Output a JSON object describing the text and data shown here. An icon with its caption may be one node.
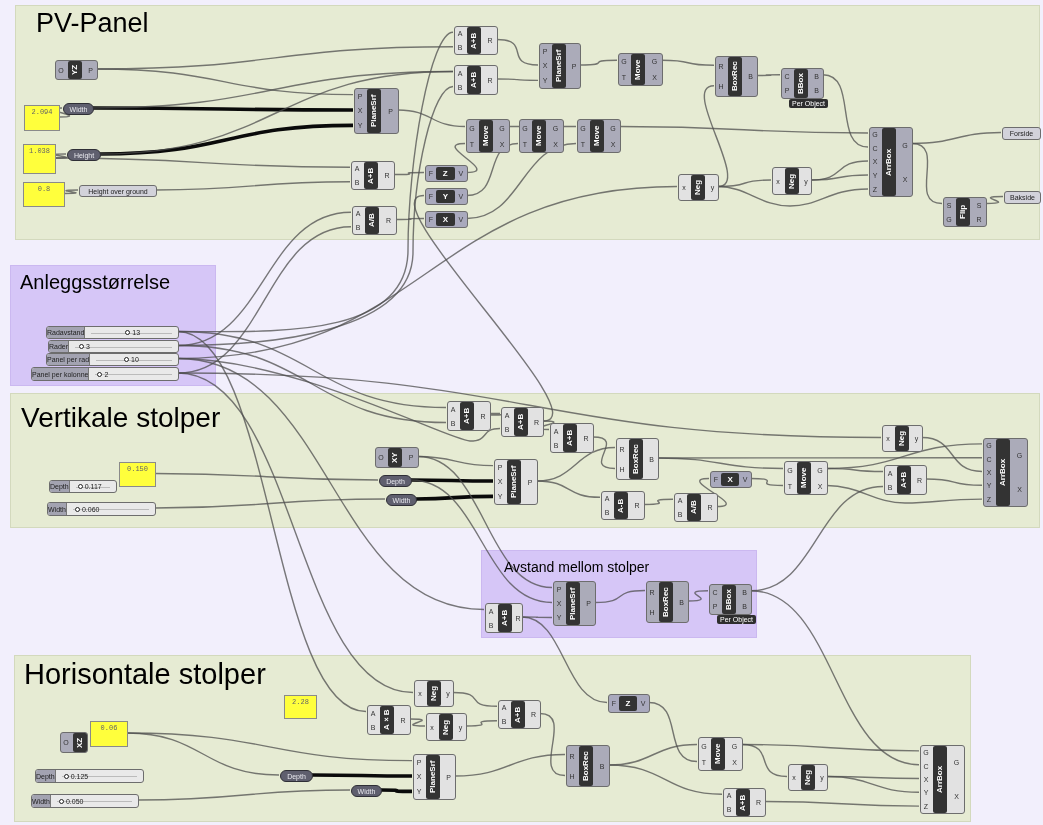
{
  "diagram": {
    "nodes": [
      {
        "text": [
          "PV-Panel"
        ]
      },
      {
        "text": [
          "O",
          "YZ",
          "P"
        ],
        "in": 0
      },
      {
        "text": [
          "2.094"
        ],
        "in": 0
      },
      {
        "text": [
          "Width"
        ],
        "in": 0
      },
      {
        "text": [
          "1.038"
        ],
        "in": 0
      },
      {
        "text": [
          "Height"
        ],
        "in": 0
      },
      {
        "text": [
          "0.8"
        ],
        "in": 0
      },
      {
        "text": [
          "Height over ground"
        ],
        "in": 0
      },
      {
        "text": [
          "A",
          "B",
          "A+B",
          "R"
        ],
        "in": 0
      },
      {
        "text": [
          "A",
          "B",
          "A+B",
          "R"
        ],
        "in": 0
      },
      {
        "text": [
          "P",
          "X",
          "Y",
          "PlaneSrf",
          "P"
        ],
        "in": 0
      },
      {
        "text": [
          "A",
          "B",
          "A+B",
          "R"
        ],
        "in": 0
      },
      {
        "text": [
          "F",
          "Z",
          "V"
        ],
        "in": 0
      },
      {
        "text": [
          "F",
          "Y",
          "V"
        ],
        "in": 0
      },
      {
        "text": [
          "A",
          "B",
          "A/B",
          "R"
        ],
        "in": 0
      },
      {
        "text": [
          "F",
          "X",
          "V"
        ],
        "in": 0
      },
      {
        "text": [
          "G",
          "T",
          "Move",
          "G",
          "X"
        ],
        "in": 0
      },
      {
        "text": [
          "G",
          "T",
          "Move",
          "G",
          "X"
        ],
        "in": 0
      },
      {
        "text": [
          "G",
          "T",
          "Move",
          "G",
          "X"
        ],
        "in": 0
      },
      {
        "text": [
          "P",
          "X",
          "Y",
          "PlaneSrf",
          "P"
        ],
        "in": 0
      },
      {
        "text": [
          "G",
          "T",
          "Move",
          "G",
          "X"
        ],
        "in": 0
      },
      {
        "text": [
          "R",
          "H",
          "BoxRec",
          "B"
        ],
        "in": 0
      },
      {
        "text": [
          "C",
          "P",
          "BBox",
          "B",
          "B"
        ],
        "in": 0,
        "beside": [
          "Per Object"
        ]
      },
      {
        "text": [
          "x",
          "Neg",
          "y"
        ],
        "in": 0
      },
      {
        "text": [
          "x",
          "Neg",
          "y"
        ],
        "in": 0
      },
      {
        "text": [
          "G",
          "C",
          "X",
          "Y",
          "Z",
          "ArrBox",
          "G",
          "X"
        ],
        "in": 0
      },
      {
        "text": [
          "Forside"
        ],
        "in": 0
      },
      {
        "text": [
          "S",
          "G",
          "Flip",
          "S",
          "R"
        ],
        "in": 0
      },
      {
        "text": [
          "Bakside"
        ],
        "in": 0
      },
      {
        "text": [
          "Anleggsstørrelse"
        ]
      },
      {
        "text": [
          "Radavstand",
          "13"
        ],
        "in": 29
      },
      {
        "text": [
          "Rader",
          "3"
        ],
        "in": 29
      },
      {
        "text": [
          "Panel per rad",
          "10"
        ],
        "in": 29
      },
      {
        "text": [
          "Panel per kolonne",
          "2"
        ],
        "in": 29
      },
      {
        "text": [
          "Vertikale stolper"
        ]
      },
      {
        "text": [
          "0.150"
        ],
        "in": 34
      },
      {
        "text": [
          "Depth",
          "0.117"
        ],
        "in": 34
      },
      {
        "text": [
          "Width",
          "0.060"
        ],
        "in": 34
      },
      {
        "text": [
          "O",
          "XY",
          "P"
        ],
        "in": 34
      },
      {
        "text": [
          "Depth"
        ],
        "in": 34
      },
      {
        "text": [
          "Width"
        ],
        "in": 34
      },
      {
        "text": [
          "A",
          "B",
          "A+B",
          "R"
        ],
        "in": 34
      },
      {
        "text": [
          "A",
          "B",
          "A+B",
          "R"
        ],
        "in": 34
      },
      {
        "text": [
          "A",
          "B",
          "A+B",
          "R"
        ],
        "in": 34
      },
      {
        "text": [
          "P",
          "X",
          "Y",
          "PlaneSrf",
          "P"
        ],
        "in": 34
      },
      {
        "text": [
          "R",
          "H",
          "BoxRec",
          "B"
        ],
        "in": 34
      },
      {
        "text": [
          "F",
          "X",
          "V"
        ],
        "in": 34
      },
      {
        "text": [
          "A",
          "B",
          "A-B",
          "R"
        ],
        "in": 34
      },
      {
        "text": [
          "A",
          "B",
          "A/B",
          "R"
        ],
        "in": 34
      },
      {
        "text": [
          "G",
          "T",
          "Move",
          "G",
          "X"
        ],
        "in": 34
      },
      {
        "text": [
          "x",
          "Neg",
          "y"
        ],
        "in": 34
      },
      {
        "text": [
          "A",
          "B",
          "A+B",
          "R"
        ],
        "in": 34
      },
      {
        "text": [
          "G",
          "C",
          "X",
          "Y",
          "Z",
          "ArrBox",
          "G",
          "X"
        ],
        "in": 34
      },
      {
        "text": [
          "Avstand mellom stolper"
        ]
      },
      {
        "text": [
          "A",
          "B",
          "A+B",
          "R"
        ],
        "in": 53
      },
      {
        "text": [
          "P",
          "X",
          "Y",
          "PlaneSrf",
          "P"
        ],
        "in": 53
      },
      {
        "text": [
          "R",
          "H",
          "BoxRec",
          "B"
        ],
        "in": 53
      },
      {
        "text": [
          "C",
          "P",
          "BBox",
          "B",
          "B"
        ],
        "in": 53,
        "beside": [
          "Per Object"
        ]
      },
      {
        "text": [
          "Horisontale stolper"
        ]
      },
      {
        "text": [
          "2.28"
        ],
        "in": 58
      },
      {
        "text": [
          "O",
          "XZ"
        ],
        "in": 58
      },
      {
        "text": [
          "0.06"
        ],
        "in": 58
      },
      {
        "text": [
          "Depth",
          "0.125"
        ],
        "in": 58
      },
      {
        "text": [
          "Width",
          "0.050"
        ],
        "in": 58
      },
      {
        "text": [
          "Depth"
        ],
        "in": 58
      },
      {
        "text": [
          "Width"
        ],
        "in": 58
      },
      {
        "text": [
          "x",
          "Neg",
          "y"
        ],
        "in": 58
      },
      {
        "text": [
          "A",
          "B",
          "A×B",
          "R"
        ],
        "in": 58
      },
      {
        "text": [
          "x",
          "Neg",
          "y"
        ],
        "in": 58
      },
      {
        "text": [
          "P",
          "X",
          "Y",
          "PlaneSrf",
          "P"
        ],
        "in": 58
      },
      {
        "text": [
          "A",
          "B",
          "A+B",
          "R"
        ],
        "in": 58
      },
      {
        "text": [
          "F",
          "Z",
          "V"
        ],
        "in": 58
      },
      {
        "text": [
          "R",
          "H",
          "BoxRec",
          "B"
        ],
        "in": 58
      },
      {
        "text": [
          "G",
          "T",
          "Move",
          "G",
          "X"
        ],
        "in": 58
      },
      {
        "text": [
          "x",
          "Neg",
          "y"
        ],
        "in": 58
      },
      {
        "text": [
          "A",
          "B",
          "A+B",
          "R"
        ],
        "in": 58
      },
      {
        "text": [
          "G",
          "C",
          "X",
          "Y",
          "Z",
          "ArrBox",
          "G",
          "X"
        ],
        "in": 58
      }
    ],
    "edges": [
      {
        "from": 2,
        "to": 3,
        "arrow": "none"
      },
      {
        "from": 4,
        "to": 5,
        "arrow": "none"
      },
      {
        "from": 6,
        "to": 7,
        "arrow": "none"
      },
      {
        "from": 1,
        "to": 10,
        "arrow": "none"
      },
      {
        "from": 3,
        "to": 10,
        "arrow": "none",
        "style": "thick"
      },
      {
        "from": 5,
        "to": 10,
        "arrow": "none",
        "style": "thick"
      },
      {
        "from": 1,
        "to": 8,
        "arrow": "none"
      },
      {
        "from": 3,
        "to": 9,
        "arrow": "none"
      },
      {
        "from": 30,
        "to": 8,
        "arrow": "none"
      },
      {
        "from": 5,
        "to": 9,
        "arrow": "none"
      },
      {
        "from": 31,
        "to": 9,
        "arrow": "none"
      },
      {
        "from": 8,
        "to": 19,
        "arrow": "none"
      },
      {
        "from": 9,
        "to": 19,
        "arrow": "none"
      },
      {
        "from": 19,
        "to": 20,
        "arrow": "none"
      },
      {
        "from": 10,
        "to": 16,
        "arrow": "none"
      },
      {
        "from": 7,
        "to": 11,
        "arrow": "none"
      },
      {
        "from": 4,
        "to": 11,
        "arrow": "none"
      },
      {
        "from": 11,
        "to": 12,
        "arrow": "none"
      },
      {
        "from": 12,
        "to": 16,
        "arrow": "none"
      },
      {
        "from": 13,
        "to": 17,
        "arrow": "none"
      },
      {
        "from": 15,
        "to": 18,
        "arrow": "none"
      },
      {
        "from": 16,
        "to": 17,
        "arrow": "none"
      },
      {
        "from": 17,
        "to": 18,
        "arrow": "none"
      },
      {
        "from": 14,
        "to": 15,
        "arrow": "none"
      },
      {
        "from": 18,
        "to": 25,
        "arrow": "none"
      },
      {
        "from": 20,
        "to": 21,
        "arrow": "none"
      },
      {
        "from": 21,
        "to": 22,
        "arrow": "none"
      },
      {
        "from": 22,
        "to": 25,
        "arrow": "none"
      },
      {
        "from": 23,
        "to": 21,
        "arrow": "none"
      },
      {
        "from": 23,
        "to": 24,
        "arrow": "none"
      },
      {
        "from": 24,
        "to": 25,
        "arrow": "none"
      },
      {
        "from": 24,
        "to": 25,
        "arrow": "none"
      },
      {
        "from": 23,
        "to": 25,
        "arrow": "none"
      },
      {
        "from": 25,
        "to": 26,
        "arrow": "none"
      },
      {
        "from": 25,
        "to": 27,
        "arrow": "none"
      },
      {
        "from": 27,
        "to": 28,
        "arrow": "none"
      },
      {
        "from": 32,
        "to": 23,
        "arrow": "none"
      },
      {
        "from": 31,
        "to": 14,
        "arrow": "none"
      },
      {
        "from": 33,
        "to": 14,
        "arrow": "none"
      },
      {
        "from": 42,
        "to": 13,
        "arrow": "none"
      },
      {
        "from": 35,
        "to": 39,
        "arrow": "none"
      },
      {
        "from": 37,
        "to": 40,
        "arrow": "none"
      },
      {
        "from": 38,
        "to": 44,
        "arrow": "none"
      },
      {
        "from": 39,
        "to": 44,
        "arrow": "none",
        "style": "thick"
      },
      {
        "from": 40,
        "to": 44,
        "arrow": "none",
        "style": "thick"
      },
      {
        "from": 30,
        "to": 41,
        "arrow": "none"
      },
      {
        "from": 31,
        "to": 41,
        "arrow": "none"
      },
      {
        "from": 41,
        "to": 42,
        "arrow": "none"
      },
      {
        "from": 32,
        "to": 42,
        "arrow": "none"
      },
      {
        "from": 42,
        "to": 43,
        "arrow": "none"
      },
      {
        "from": 44,
        "to": 45,
        "arrow": "none"
      },
      {
        "from": 43,
        "to": 45,
        "arrow": "none"
      },
      {
        "from": 45,
        "to": 49,
        "arrow": "none"
      },
      {
        "from": 46,
        "to": 49,
        "arrow": "none"
      },
      {
        "from": 47,
        "to": 48,
        "arrow": "none"
      },
      {
        "from": 48,
        "to": 46,
        "arrow": "none"
      },
      {
        "from": 49,
        "to": 52,
        "arrow": "none"
      },
      {
        "from": 45,
        "to": 52,
        "arrow": "none"
      },
      {
        "from": 50,
        "to": 52,
        "arrow": "none"
      },
      {
        "from": 51,
        "to": 52,
        "arrow": "none"
      },
      {
        "from": 49,
        "to": 52,
        "arrow": "none"
      },
      {
        "from": 33,
        "to": 50,
        "arrow": "none"
      },
      {
        "from": 49,
        "to": 51,
        "arrow": "none"
      },
      {
        "from": 57,
        "to": 51,
        "arrow": "none"
      },
      {
        "from": 44,
        "to": 47,
        "arrow": "none"
      },
      {
        "from": 32,
        "to": 54,
        "arrow": "none"
      },
      {
        "from": 54,
        "to": 55,
        "arrow": "none"
      },
      {
        "from": 39,
        "to": 55,
        "arrow": "none"
      },
      {
        "from": 38,
        "to": 55,
        "arrow": "none"
      },
      {
        "from": 55,
        "to": 56,
        "arrow": "none"
      },
      {
        "from": 56,
        "to": 57,
        "arrow": "none"
      },
      {
        "from": 57,
        "to": 76,
        "arrow": "none"
      },
      {
        "from": 61,
        "to": 64,
        "arrow": "none"
      },
      {
        "from": 61,
        "to": 69,
        "arrow": "none"
      },
      {
        "from": 63,
        "to": 65,
        "arrow": "none"
      },
      {
        "from": 64,
        "to": 69,
        "arrow": "none",
        "style": "thick"
      },
      {
        "from": 65,
        "to": 69,
        "arrow": "none",
        "style": "thick"
      },
      {
        "from": 67,
        "to": 68,
        "arrow": "none"
      },
      {
        "from": 68,
        "to": 70,
        "arrow": "none"
      },
      {
        "from": 66,
        "to": 70,
        "arrow": "none"
      },
      {
        "from": 69,
        "to": 72,
        "arrow": "none"
      },
      {
        "from": 70,
        "to": 72,
        "arrow": "none"
      },
      {
        "from": 54,
        "to": 71,
        "arrow": "none"
      },
      {
        "from": 71,
        "to": 73,
        "arrow": "none"
      },
      {
        "from": 72,
        "to": 73,
        "arrow": "none"
      },
      {
        "from": 72,
        "to": 75,
        "arrow": "none"
      },
      {
        "from": 73,
        "to": 76,
        "arrow": "none"
      },
      {
        "from": 73,
        "to": 74,
        "arrow": "none"
      },
      {
        "from": 74,
        "to": 76,
        "arrow": "none"
      },
      {
        "from": 74,
        "to": 76,
        "arrow": "none"
      },
      {
        "from": 75,
        "to": 76,
        "arrow": "none"
      },
      {
        "from": 33,
        "to": 66,
        "arrow": "none"
      },
      {
        "from": 30,
        "to": 67,
        "arrow": "none"
      }
    ]
  }
}
